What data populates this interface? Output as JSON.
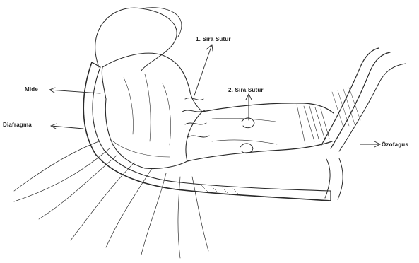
{
  "labels": {
    "mide": "Mide",
    "diafragma": "Diafragma",
    "sira1": "1. Sıra Sütür",
    "sira2": "2. Sıra Sütür",
    "ozofagus": "Özofagus"
  },
  "colors": {
    "ink": "#222222",
    "paper": "#ffffff"
  }
}
